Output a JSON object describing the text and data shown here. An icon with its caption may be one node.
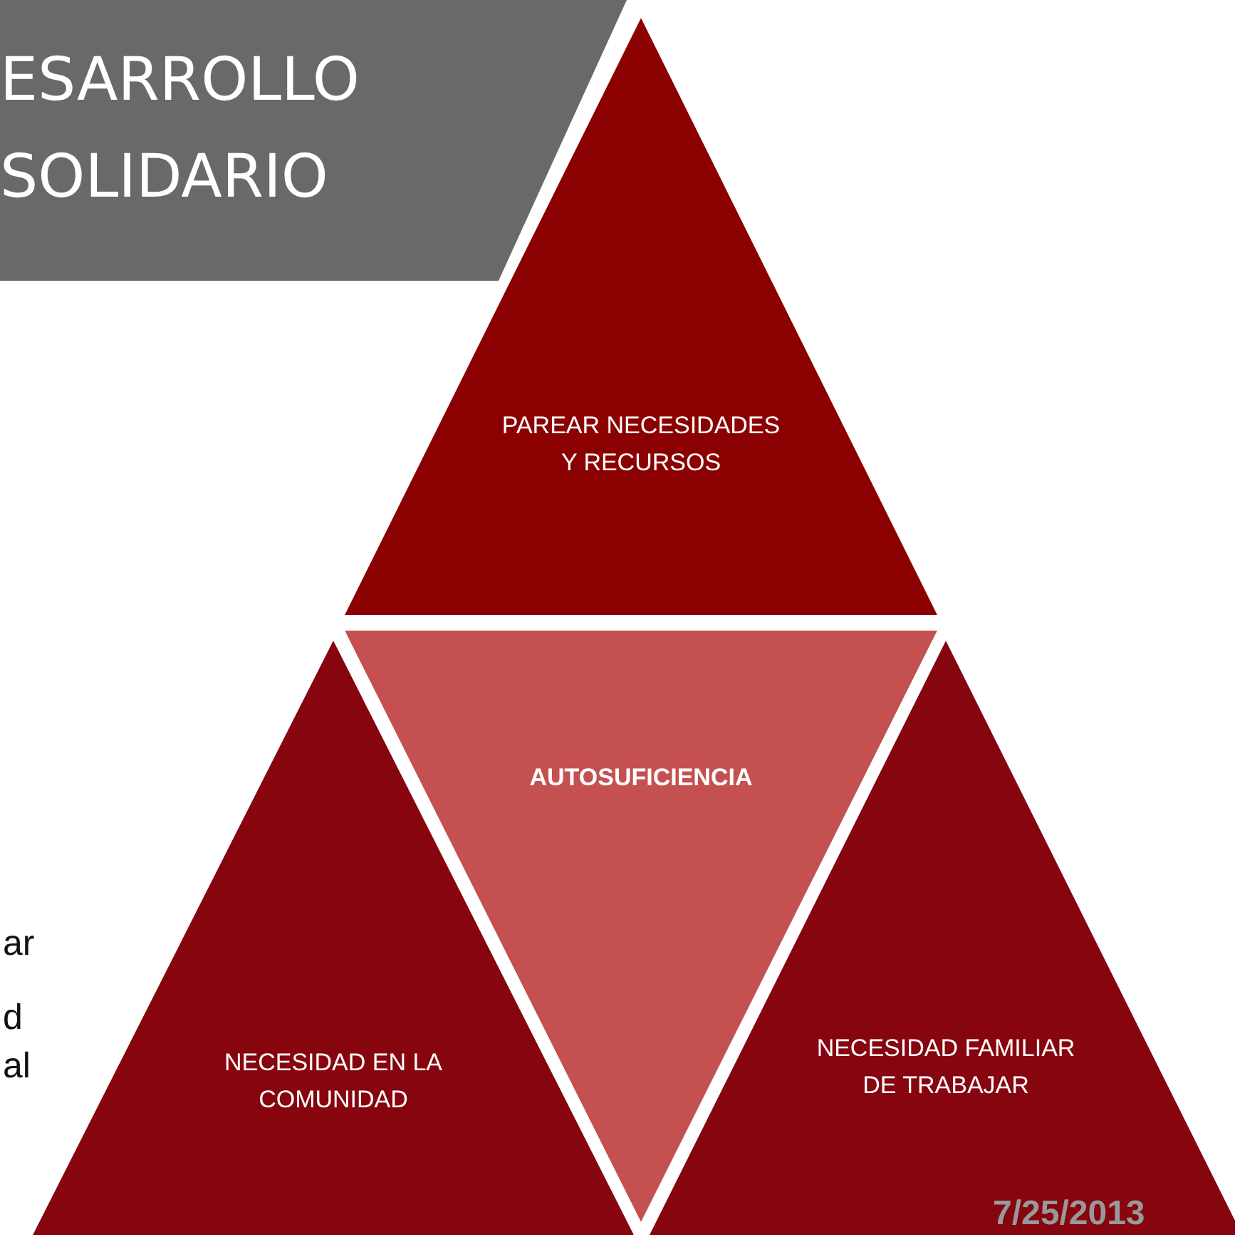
{
  "diagram": {
    "title": "ESARROLLO SOLIDARIO",
    "nodes": [
      {
        "text": [
          "PAREAR NECESIDADES Y RECURSOS"
        ]
      },
      {
        "text": [
          "AUTOSUFICIENCIA"
        ]
      },
      {
        "text": [
          "NECESIDAD EN LA COMUNIDAD"
        ]
      },
      {
        "text": [
          "NECESIDAD FAMILIAR DE TRABAJAR"
        ]
      }
    ],
    "edges": [],
    "labels": [
      "ar",
      "d",
      "al",
      "7/25/2013"
    ]
  }
}
